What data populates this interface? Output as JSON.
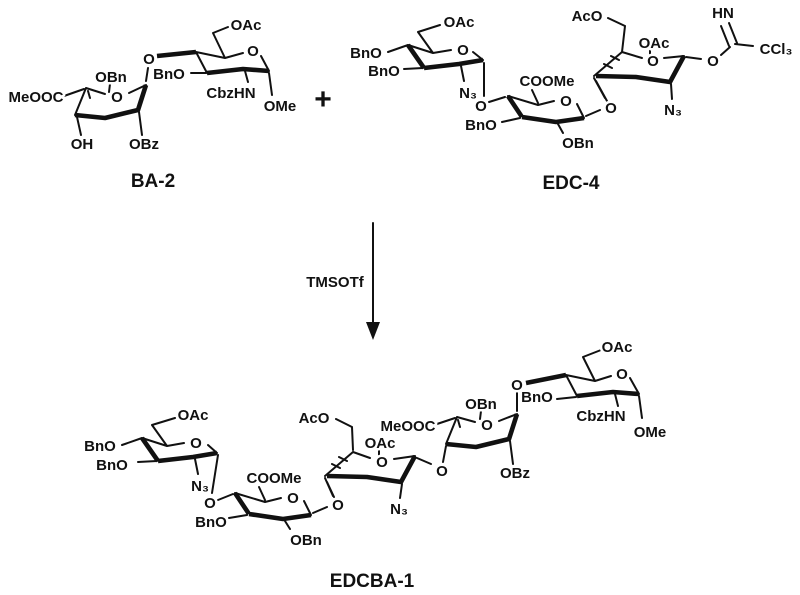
{
  "colors": {
    "ink": "#111111",
    "background": "#ffffff"
  },
  "reaction": {
    "plus": "+",
    "reagent": "TMSOTf"
  },
  "compounds": {
    "ba2": {
      "name": "BA-2",
      "labels": {
        "meooc": "MeOOC",
        "obn": "OBn",
        "ring_o_b": "O",
        "glyc_o": "O",
        "oh": "OH",
        "obz": "OBz",
        "oac": "OAc",
        "ring_o_a": "O",
        "bno": "BnO",
        "cbzhn": "CbzHN",
        "ome": "OMe"
      }
    },
    "edc4": {
      "name": "EDC-4",
      "labels": {
        "oac_e": "OAc",
        "bno1": "BnO",
        "bno2": "BnO",
        "ring_o_e": "O",
        "n3_e": "N₃",
        "o_ed": "O",
        "coome": "COOMe",
        "ring_o_d": "O",
        "bno_d": "BnO",
        "obn_d": "OBn",
        "o_dc": "O",
        "aco": "AcO",
        "oac_c": "OAc",
        "ring_o_c": "O",
        "n3_c": "N₃",
        "o_link": "O",
        "hn": "HN",
        "ccl3": "CCl₃"
      }
    },
    "edcba1": {
      "name": "EDCBA-1",
      "labels": {
        "oac_e": "OAc",
        "bno1": "BnO",
        "bno2": "BnO",
        "ring_o_e": "O",
        "n3_e": "N₃",
        "o_ed": "O",
        "coome": "COOMe",
        "ring_o_d": "O",
        "bno_d": "BnO",
        "obn_d": "OBn",
        "o_dc": "O",
        "aco": "AcO",
        "oac_c": "OAc",
        "ring_o_c": "O",
        "n3_c": "N₃",
        "o_cb": "O",
        "meooc": "MeOOC",
        "obn_b": "OBn",
        "ring_o_b": "O",
        "obz": "OBz",
        "o_ba": "O",
        "oac_a": "OAc",
        "ring_o_a": "O",
        "bno_a": "BnO",
        "cbzhn": "CbzHN",
        "ome": "OMe"
      }
    }
  }
}
